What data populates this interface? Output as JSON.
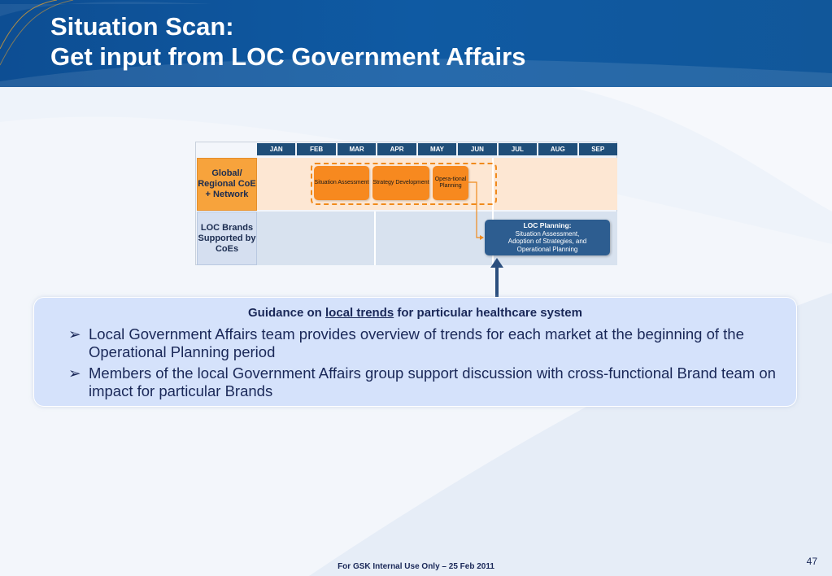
{
  "header": {
    "title_line1": "Situation Scan:",
    "title_line2": "Get input from LOC Government Affairs"
  },
  "timeline": {
    "months": [
      "JAN",
      "FEB",
      "MAR",
      "APR",
      "MAY",
      "JUN",
      "JUL",
      "AUG",
      "SEP"
    ],
    "rows": [
      {
        "label": "Global/ Regional CoE + Network"
      },
      {
        "label": "LOC Brands Supported by CoEs"
      }
    ],
    "phases": [
      {
        "label": "Situation Assessment"
      },
      {
        "label": "Strategy Development"
      },
      {
        "label": "Opera-tional Planning"
      }
    ],
    "loc_box": {
      "title": "LOC Planning:",
      "line1": "Situation Assessment,",
      "line2": "Adoption of Strategies, and",
      "line3": "Operational Planning"
    }
  },
  "guidance": {
    "heading_prefix": "Guidance on ",
    "heading_link": "local trends",
    "heading_suffix": " for particular healthcare system",
    "bullet_marker": "➢",
    "bullets": [
      "Local Government Affairs team provides overview of trends for each market at the beginning of the Operational Planning period",
      "Members of the local Government Affairs group support discussion with cross-functional Brand team on impact for particular Brands"
    ]
  },
  "footer": {
    "text": "For GSK Internal Use Only – 25 Feb 2011",
    "page_number": "47"
  },
  "colors": {
    "header_blue": "#0f5aa3",
    "month_header": "#1f4e79",
    "orange_phase": "#f7891f",
    "global_row": "#f7a33c",
    "loc_row": "#d5dff0",
    "loc_box": "#2d5d90",
    "guidance_bg": "#d5e2fb",
    "text_navy": "#1a2858"
  }
}
